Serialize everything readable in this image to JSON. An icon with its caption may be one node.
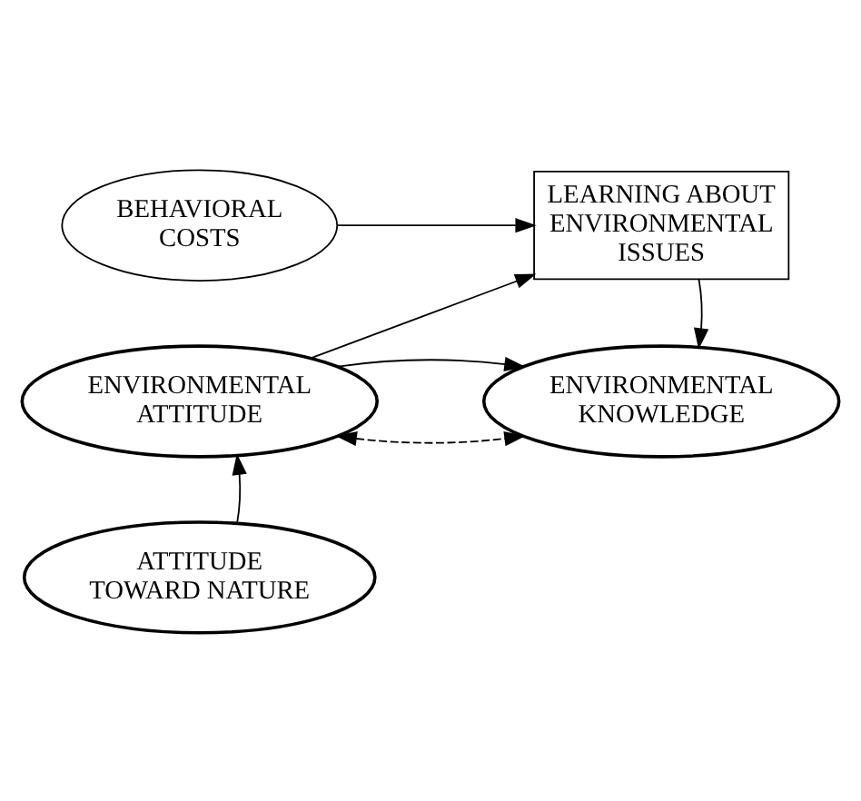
{
  "diagram": {
    "nodes": [
      {
        "text": [
          "BEHAVIORAL COSTS"
        ]
      },
      {
        "text": [
          "LEARNING ABOUT ENVIRONMENTAL ISSUES"
        ]
      },
      {
        "text": [
          "ENVIRONMENTAL ATTITUDE"
        ]
      },
      {
        "text": [
          "ENVIRONMENTAL KNOWLEDGE"
        ]
      },
      {
        "text": [
          "ATTITUDE TOWARD NATURE"
        ]
      }
    ],
    "edges": [
      {
        "from": 0,
        "to": 1,
        "arrow": "to"
      },
      {
        "from": 2,
        "to": 1,
        "arrow": "to"
      },
      {
        "from": 2,
        "to": 3,
        "arrow": "to"
      },
      {
        "from": 1,
        "to": 3,
        "arrow": "to"
      },
      {
        "from": 4,
        "to": 2,
        "arrow": "to"
      },
      {
        "from": 2,
        "to": 3,
        "arrow": "both",
        "style": "dashed"
      }
    ]
  }
}
